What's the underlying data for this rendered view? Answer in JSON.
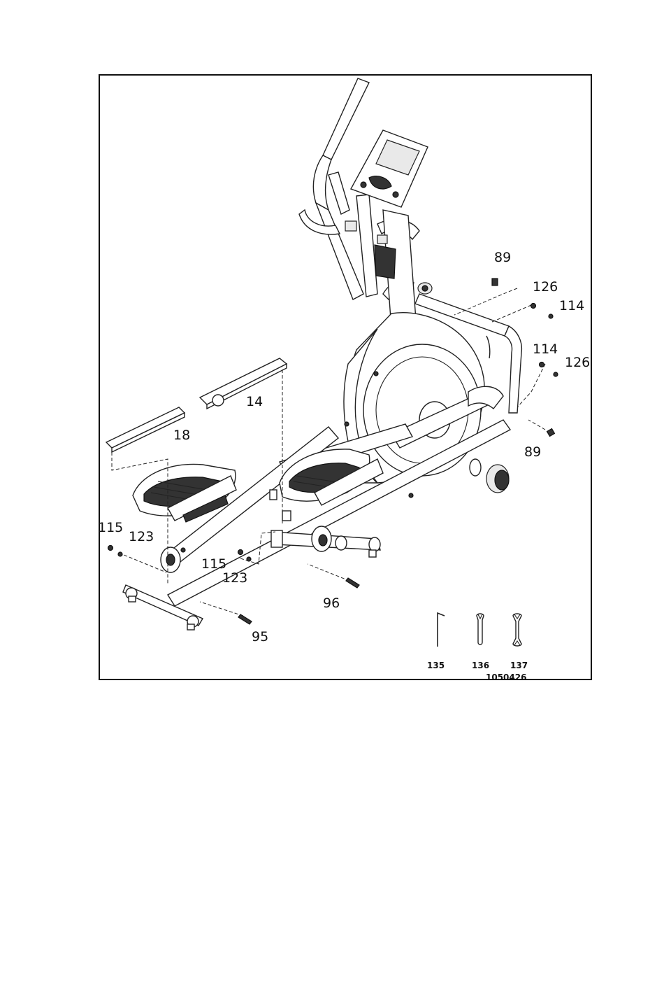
{
  "diagram": {
    "part_labels": {
      "p89_top": "89",
      "p126_top": "126",
      "p114_top": "114",
      "p114_mid": "114",
      "p126_mid": "126",
      "p14": "14",
      "p18": "18",
      "p89_bottom": "89",
      "p115_left": "115",
      "p123_left": "123",
      "p115_mid": "115",
      "p123_mid": "123",
      "p96": "96",
      "p95": "95"
    },
    "tools": {
      "t135": "135",
      "t136": "136",
      "t137": "137"
    },
    "drawing_number": "1050426"
  }
}
